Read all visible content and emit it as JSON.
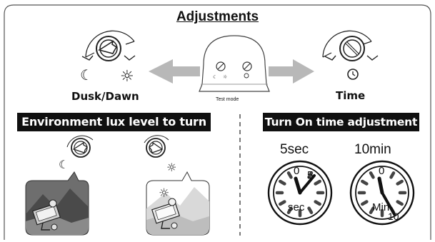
{
  "title": "Adjustments",
  "labels": {
    "dusk_dawn": "Dusk/Dawn",
    "time": "Time",
    "test_mode": "Test mode"
  },
  "sections": {
    "environment": "Environment lux level to turn On",
    "turn_on_time": "Turn On time adjustment"
  },
  "dials": {
    "left_caption": "5sec",
    "right_caption": "10min",
    "left_zero": "0",
    "left_five": "5",
    "left_unit": "sec",
    "right_zero": "0",
    "right_unit": "Min",
    "right_ten": "10"
  },
  "colors": {
    "frame": "#555555",
    "arrow_gray": "#b8b8b8",
    "bar": "#101010",
    "scene_dark": "#6e6e6e",
    "scene_light": "#d9d9d9"
  }
}
